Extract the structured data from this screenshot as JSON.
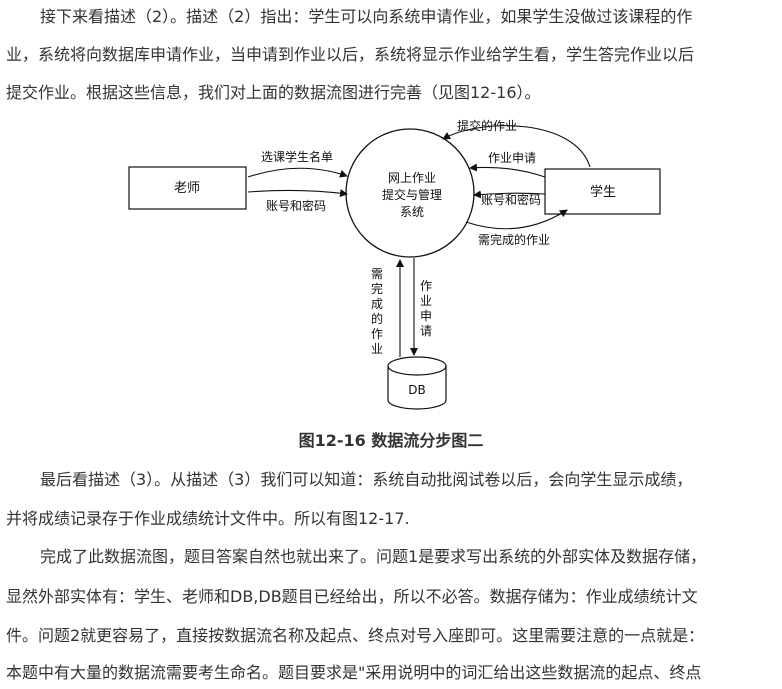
{
  "paragraph1": {
    "lines": [
      "接下来看描述（2）。描述（2）指出：学生可以向系统申请作业，如果学生没做过该课程的作",
      "业，系统将向数据库申请作业，当申请到作业以后，系统将显示作业给学生看，学生答完作业以后",
      "提交作业。根据这些信息，我们对上面的数据流图进行完善（见图12-16）。"
    ]
  },
  "diagram": {
    "teacher": "老师",
    "student": "学生",
    "process_lines": [
      "网上作业",
      "提交与管理",
      "系统"
    ],
    "db": "DB",
    "flows": {
      "course_list": "选课学生名单",
      "teacher_account": "账号和密码",
      "submitted_homework": "提交的作业",
      "homework_request": "作业申请",
      "student_account": "账号和密码",
      "homework_to_do": "需完成的作业",
      "db_to_system_vertical": [
        "需",
        "完",
        "成",
        "的",
        "作",
        "业"
      ],
      "system_to_db_vertical": [
        "作",
        "业",
        "申",
        "请"
      ]
    }
  },
  "figure_caption": "图12-16  数据流分步图二",
  "paragraph2": {
    "lines": [
      "最后看描述（3）。从描述（3）我们可以知道：系统自动批阅试卷以后，会向学生显示成绩，",
      "并将成绩记录存于作业成绩统计文件中。所以有图12-17."
    ]
  },
  "paragraph3": {
    "lines": [
      "完成了此数据流图，题目答案自然也就出来了。问题1是要求写出系统的外部实体及数据存储，",
      "显然外部实体有：学生、老师和DB,DB题目已经给出，所以不必答。数据存储为：作业成绩统计文",
      "件。问题2就更容易了，直接按数据流名称及起点、终点对号入座即可。这里需要注意的一点就是：",
      "本题中有大量的数据流需要考生命名。题目要求是\"采用说明中的词汇给出这些数据流的起点、终点"
    ]
  }
}
